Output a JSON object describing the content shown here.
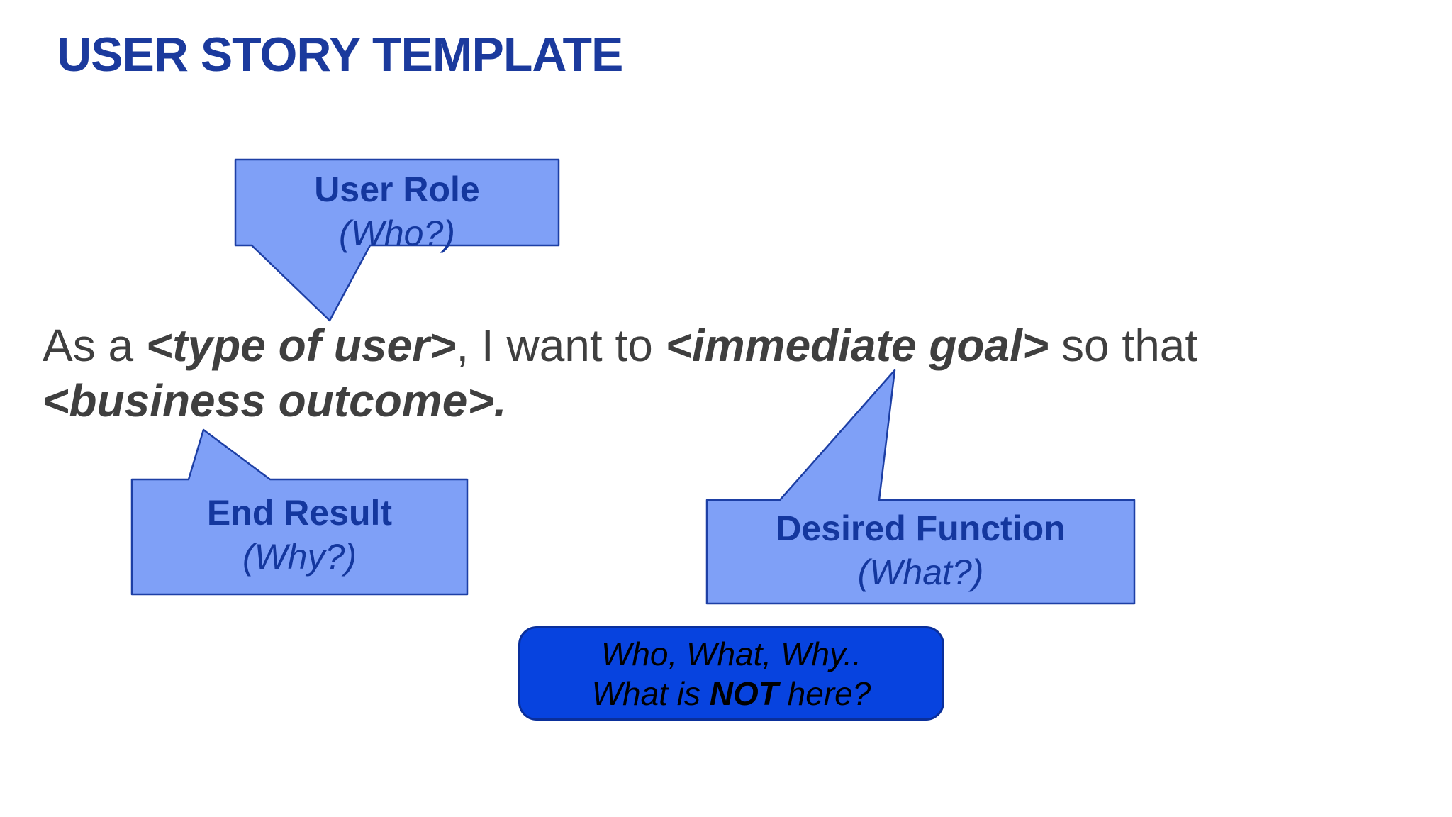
{
  "title": "USER STORY TEMPLATE",
  "sentence": {
    "segments": [
      {
        "text": "As a ",
        "bold": false,
        "italic": false
      },
      {
        "text": "<type of user>",
        "bold": true,
        "italic": true
      },
      {
        "text": ", I want to ",
        "bold": false,
        "italic": false
      },
      {
        "text": "<immediate goal>",
        "bold": true,
        "italic": true
      },
      {
        "text": " so that ",
        "bold": false,
        "italic": false
      },
      {
        "text": "<business outcome>.",
        "bold": true,
        "italic": true
      }
    ]
  },
  "callouts": {
    "user_role": {
      "label": "User Role",
      "question": "(Who?)"
    },
    "end_result": {
      "label": "End Result",
      "question": "(Why?)"
    },
    "desired_function": {
      "label": "Desired Function",
      "question": "(What?)"
    }
  },
  "note": {
    "line1": [
      {
        "text": "Who, What, Why..",
        "bold": false,
        "italic": true
      }
    ],
    "line2": [
      {
        "text": "What is ",
        "bold": false,
        "italic": true
      },
      {
        "text": "NOT",
        "bold": true,
        "italic": true
      },
      {
        "text": " here?",
        "bold": false,
        "italic": true
      }
    ]
  },
  "colors": {
    "title_color": "#1b3a9d",
    "sentence_color": "#3f3f3f",
    "callout_fill": "#7fa0f7",
    "callout_border": "#1d3fa5",
    "callout_text": "#14379e",
    "note_fill": "#0743df",
    "note_border": "#0a2f9b",
    "note_text": "#000000",
    "bg": "#ffffff"
  }
}
